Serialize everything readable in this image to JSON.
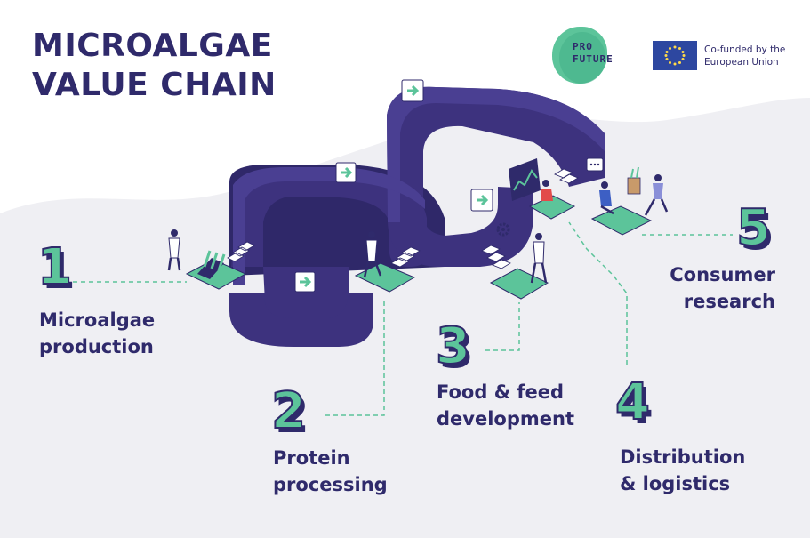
{
  "title": {
    "line1": "MICROALGAE",
    "line2": "VALUE CHAIN"
  },
  "logo": {
    "line1": "PRO",
    "line2": "FUTURE"
  },
  "eu_badge": {
    "line1": "Co-funded by the",
    "line2": "European Union"
  },
  "colors": {
    "navy": "#2f2a6b",
    "green": "#5cc49a",
    "road": "#3d327e",
    "dashed": "#5cc49a",
    "bg_wave": "#efeff3"
  },
  "stages": [
    {
      "number": "1",
      "line1": "Microalgae",
      "line2": "production"
    },
    {
      "number": "2",
      "line1": "Protein",
      "line2": "processing"
    },
    {
      "number": "3",
      "line1": "Food & feed",
      "line2": "development"
    },
    {
      "number": "4",
      "line1": "Distribution",
      "line2": "& logistics"
    },
    {
      "number": "5",
      "line1": "Consumer",
      "line2": "research"
    }
  ],
  "icons": [
    "arrow-sign-icon",
    "gear-icon",
    "chat-bubble-icon",
    "chart-icon",
    "stairs-icon",
    "person-icon",
    "bioreactor-icon"
  ]
}
